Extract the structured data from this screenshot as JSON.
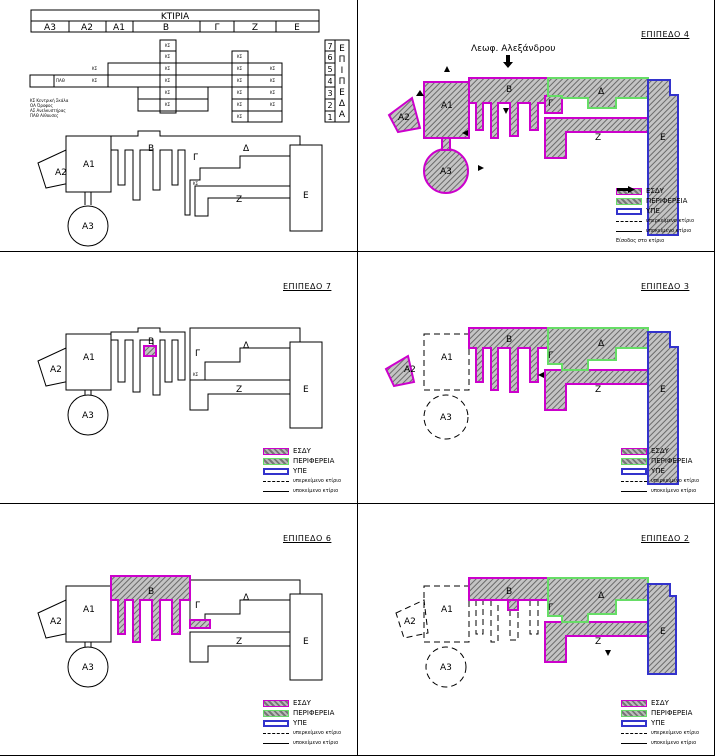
{
  "key_panel": {
    "table_header": "ΚΤΙΡΙΑ",
    "buildings": [
      "Α3",
      "Α2",
      "Α1",
      "Β",
      "Γ",
      "Ζ",
      "Ε"
    ],
    "levels_label": "ΕΠΙΠΕΔΑ",
    "levels_letters": [
      "Ε",
      "Π",
      "Ι",
      "Π",
      "Ε",
      "Δ",
      "Α"
    ],
    "levels": [
      "7",
      "6",
      "5",
      "4",
      "3",
      "2",
      "1"
    ],
    "cell_tag": "ΚΣ",
    "cell_tag_alt": "ΠΑΘ",
    "notes": [
      "ΚΣ    Κεντρική Σκάλα",
      "ΟΑ    Όροφος",
      "ΑΣ    Ανελκυστήρας",
      "ΠΑΘ   Αίθουσες"
    ]
  },
  "labels": {
    "A1": "Α1",
    "A2": "Α2",
    "A3": "Α3",
    "B": "Β",
    "G": "Γ",
    "D": "Δ",
    "Z": "Ζ",
    "E": "Ε",
    "KS": "ΚΣ"
  },
  "street": "Λεωφ. Αλεξάνδρου",
  "panels": [
    {
      "title": "ΕΠΙΠΕΔΟ 4"
    },
    {
      "title": "ΕΠΙΠΕΔΟ 7"
    },
    {
      "title": "ΕΠΙΠΕΔΟ 3"
    },
    {
      "title": "ΕΠΙΠΕΔΟ 6"
    },
    {
      "title": "ΕΠΙΠΕΔΟ 2"
    }
  ],
  "legend": {
    "esdy": "ΕΣΔΥ",
    "periphery": "ΠΕΡΙΦΕΡΕΙΑ",
    "ype": "ΥΠΕ",
    "above": "υπερκείμενο κτίριο",
    "below": "υποκείμενο κτίριο",
    "entrance": "Είσοδος στο κτίριο"
  },
  "colors": {
    "esdy": "#c000c0",
    "periphery": "#66dd66",
    "ype": "#3333cc",
    "hatch": "#9a9a9a"
  }
}
